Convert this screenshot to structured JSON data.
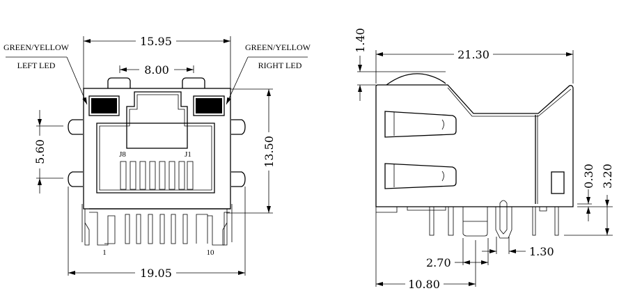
{
  "front_view": {
    "left_led_label_1": "GREEN/YELLOW",
    "left_led_label_2": "LEFT LED",
    "right_led_label_1": "GREEN/YELLOW",
    "right_led_label_2": "RIGHT LED",
    "pin_j8": "J8",
    "pin_j1": "J1",
    "pin_1": "1",
    "pin_10": "10",
    "dim_width_body": "15.95",
    "dim_tab_spacing": "8.00",
    "dim_height": "13.50",
    "dim_peg_spacing": "5.60",
    "dim_width_overall": "19.05"
  },
  "side_view": {
    "dim_length": "21.30",
    "dim_spring": "1.40",
    "dim_standoff": "0.30",
    "dim_pin_length": "3.20",
    "dim_post_width": "1.30",
    "dim_post_offset": "2.70",
    "dim_post_position": "10.80"
  }
}
